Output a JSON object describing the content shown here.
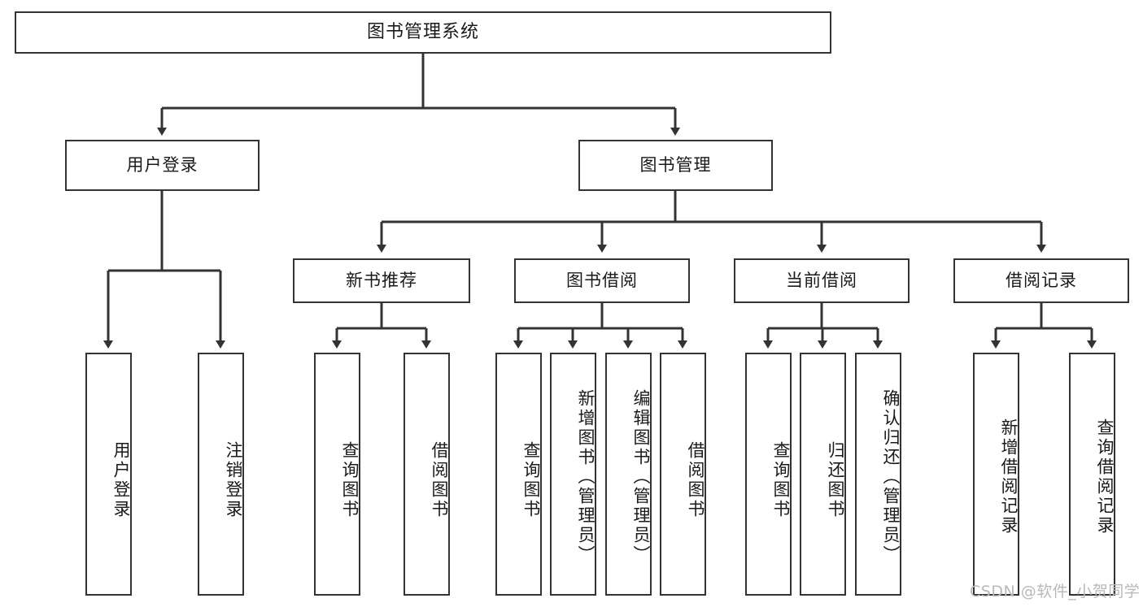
{
  "diagram": {
    "title": "图书管理系统",
    "type": "hierarchy-tree",
    "background_color": "#ffffff",
    "line_color": "#333333",
    "text_color": "#1a1a1a",
    "levels": {
      "root": "图书管理系统",
      "level1": [
        "用户登录",
        "图书管理"
      ],
      "level2": [
        "新书推荐",
        "图书借阅",
        "当前借阅",
        "借阅记录"
      ]
    }
  },
  "nodes": {
    "root": {
      "label": "图书管理系统"
    },
    "user_login": {
      "label": "用户登录"
    },
    "book_manage": {
      "label": "图书管理"
    },
    "new_book_rec": {
      "label": "新书推荐"
    },
    "book_borrow": {
      "label": "图书借阅"
    },
    "current_borrow": {
      "label": "当前借阅"
    },
    "borrow_record": {
      "label": "借阅记录"
    },
    "leaf_user_login": {
      "label": "用户登录"
    },
    "leaf_logout": {
      "label": "注销登录"
    },
    "leaf_query_book_1": {
      "label": "查询图书"
    },
    "leaf_borrow_book_1": {
      "label": "借阅图书"
    },
    "leaf_query_book_2": {
      "label": "查询图书"
    },
    "leaf_add_book_admin": {
      "label": "新增图书（管理员）"
    },
    "leaf_edit_book_admin": {
      "label": "编辑图书（管理员）"
    },
    "leaf_borrow_book_2": {
      "label": "借阅图书"
    },
    "leaf_query_book_3": {
      "label": "查询图书"
    },
    "leaf_return_book": {
      "label": "归还图书"
    },
    "leaf_confirm_return_admin": {
      "label": "确认归还（管理员）"
    },
    "leaf_add_record": {
      "label": "新增借阅记录"
    },
    "leaf_query_record": {
      "label": "查询借阅记录"
    }
  },
  "watermark": {
    "text": "CSDN @软件_小贺同学"
  }
}
